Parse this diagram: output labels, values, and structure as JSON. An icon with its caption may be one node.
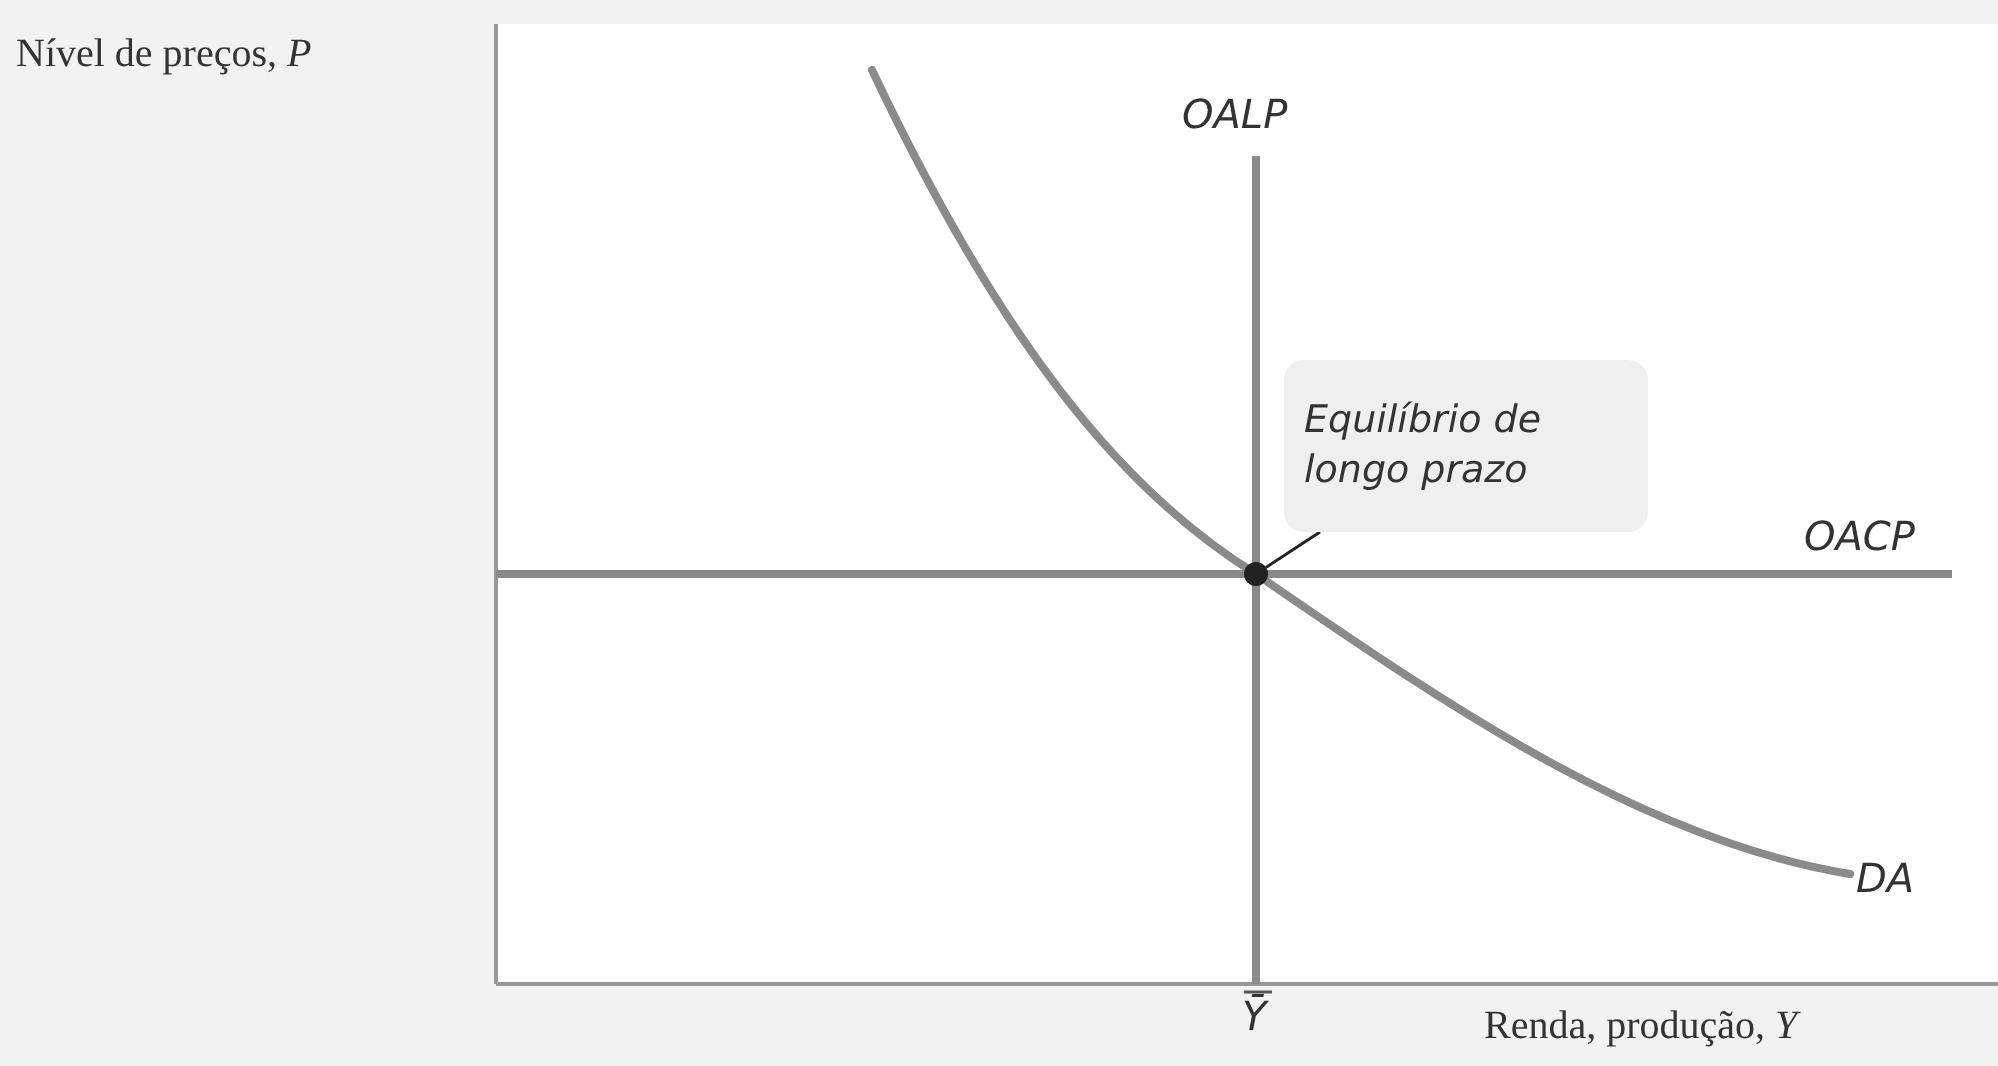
{
  "diagram": {
    "nodes": [
      {
        "text": [
          "Equilíbrio de longo prazo"
        ]
      },
      {
        "text": [],
        "shape": "circle"
      }
    ],
    "edges": [
      {
        "from": 0,
        "to": 1,
        "arrow": "none"
      }
    ],
    "labels": [
      "Nível de preços, *P*",
      "OALP",
      "OACP",
      "DA",
      "Ȳ",
      "Renda, produção, *Y*"
    ]
  }
}
